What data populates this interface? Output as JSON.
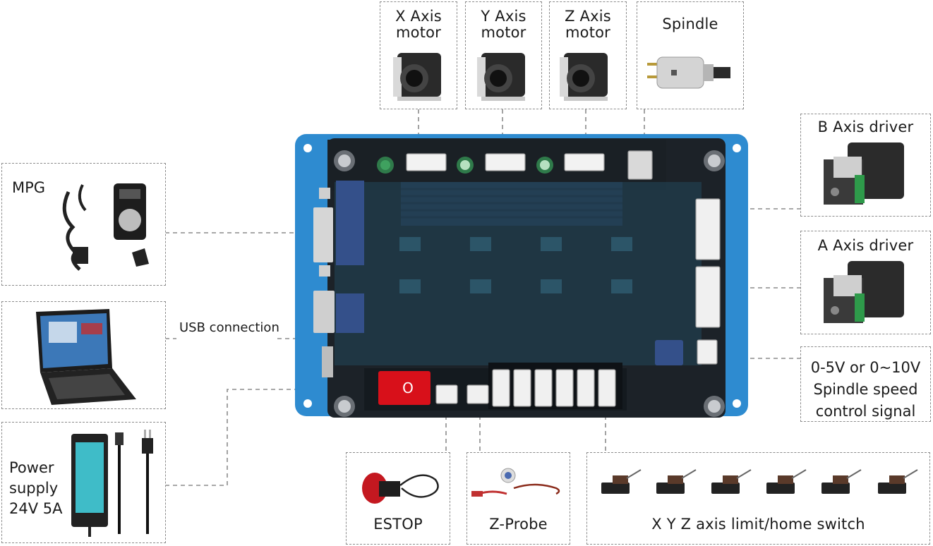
{
  "top_labels": {
    "x_motor": [
      "X Axis",
      "motor"
    ],
    "y_motor": [
      "Y Axis",
      "motor"
    ],
    "z_motor": [
      "Z Axis",
      "motor"
    ],
    "spindle": "Spindle"
  },
  "right_labels": {
    "b_driver": "B  Axis driver",
    "a_driver": "A  Axis driver",
    "spindle_signal": [
      "0-5V or 0~10V",
      "Spindle speed",
      "control signal"
    ]
  },
  "left_labels": {
    "mpg": "MPG",
    "usb": "USB connection",
    "power": [
      "Power",
      "supply",
      "24V 5A"
    ]
  },
  "bottom_labels": {
    "estop": "ESTOP",
    "zprobe": "Z-Probe",
    "limit": "X Y Z axis limit/home switch"
  },
  "board": {
    "switch_mark": "O"
  },
  "colors": {
    "board_blue": "#2e8bd0",
    "board_dark": "#1c2228",
    "heatsink": "#3a5c9a",
    "switch_red": "#d8101a",
    "dash": "#8c8c8c"
  }
}
